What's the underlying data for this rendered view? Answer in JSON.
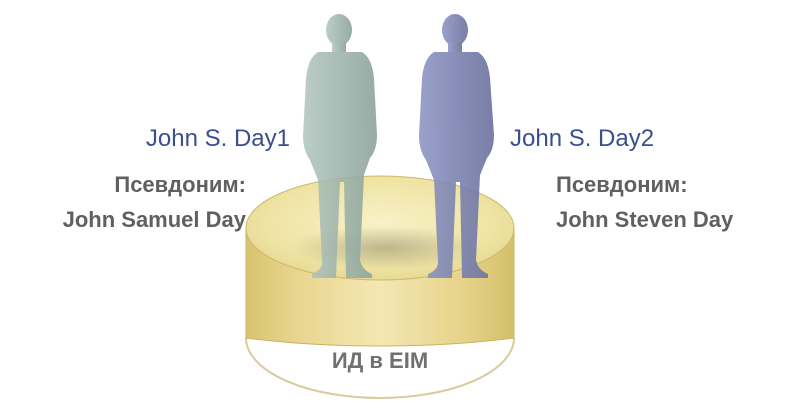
{
  "colors": {
    "person1_name": "#3a4f8f",
    "person2_name": "#3a4f8f",
    "alias_text": "#606060",
    "cylinder_label": "#707070",
    "cylinder_top": "#efe6a6",
    "cylinder_side": "#e8d58d",
    "person1_fill": "#9fb4ad",
    "person2_fill": "#7c84b3"
  },
  "person1": {
    "name": "John S. Day1",
    "alias_heading": "Псевдоним:",
    "alias_value": "John Samuel Day",
    "icon": "person-silhouette-icon"
  },
  "person2": {
    "name": "John S. Day2",
    "alias_heading": "Псевдоним:",
    "alias_value": "John Steven Day",
    "icon": "person-silhouette-icon"
  },
  "cylinder": {
    "label": "ИД в EIM",
    "icon": "database-cylinder-icon"
  }
}
